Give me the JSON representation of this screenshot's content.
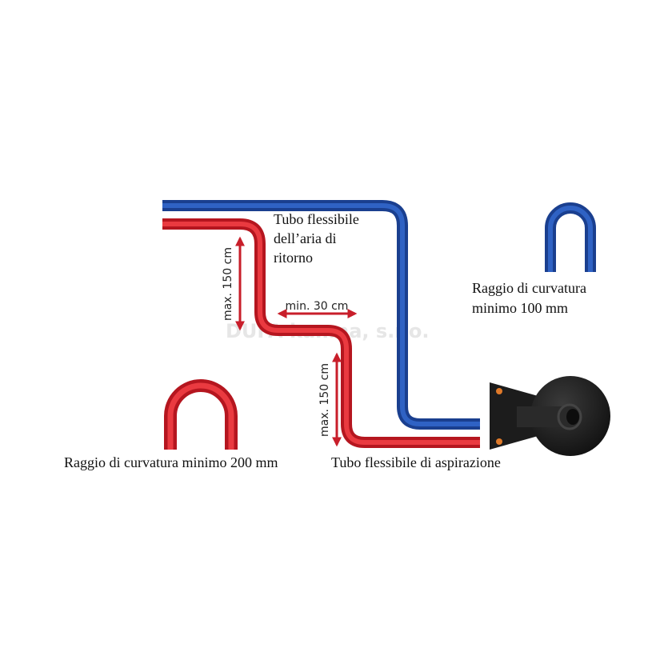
{
  "labels": {
    "return_hose": [
      "Tubo flessibile",
      "dell’aria di",
      "ritorno"
    ],
    "blue_bend_radius": [
      "Raggio di curvatura",
      "minimo 100 mm"
    ],
    "red_bend_radius": "Raggio di curvatura minimo 200 mm",
    "suction_hose": "Tubo flessibile di aspirazione"
  },
  "dimensions": {
    "upper_vertical": "max. 150 cm",
    "horizontal": "min. 30 cm",
    "lower_vertical": "max. 150 cm"
  },
  "watermark": "DUFA kamna, s.r.o.",
  "colors": {
    "blue_hose": "#1f4fa8",
    "red_hose": "#d8202a",
    "arrow": "#c81e2a",
    "fitting": "#1c1c1c",
    "bolt": "#e07a2a"
  }
}
